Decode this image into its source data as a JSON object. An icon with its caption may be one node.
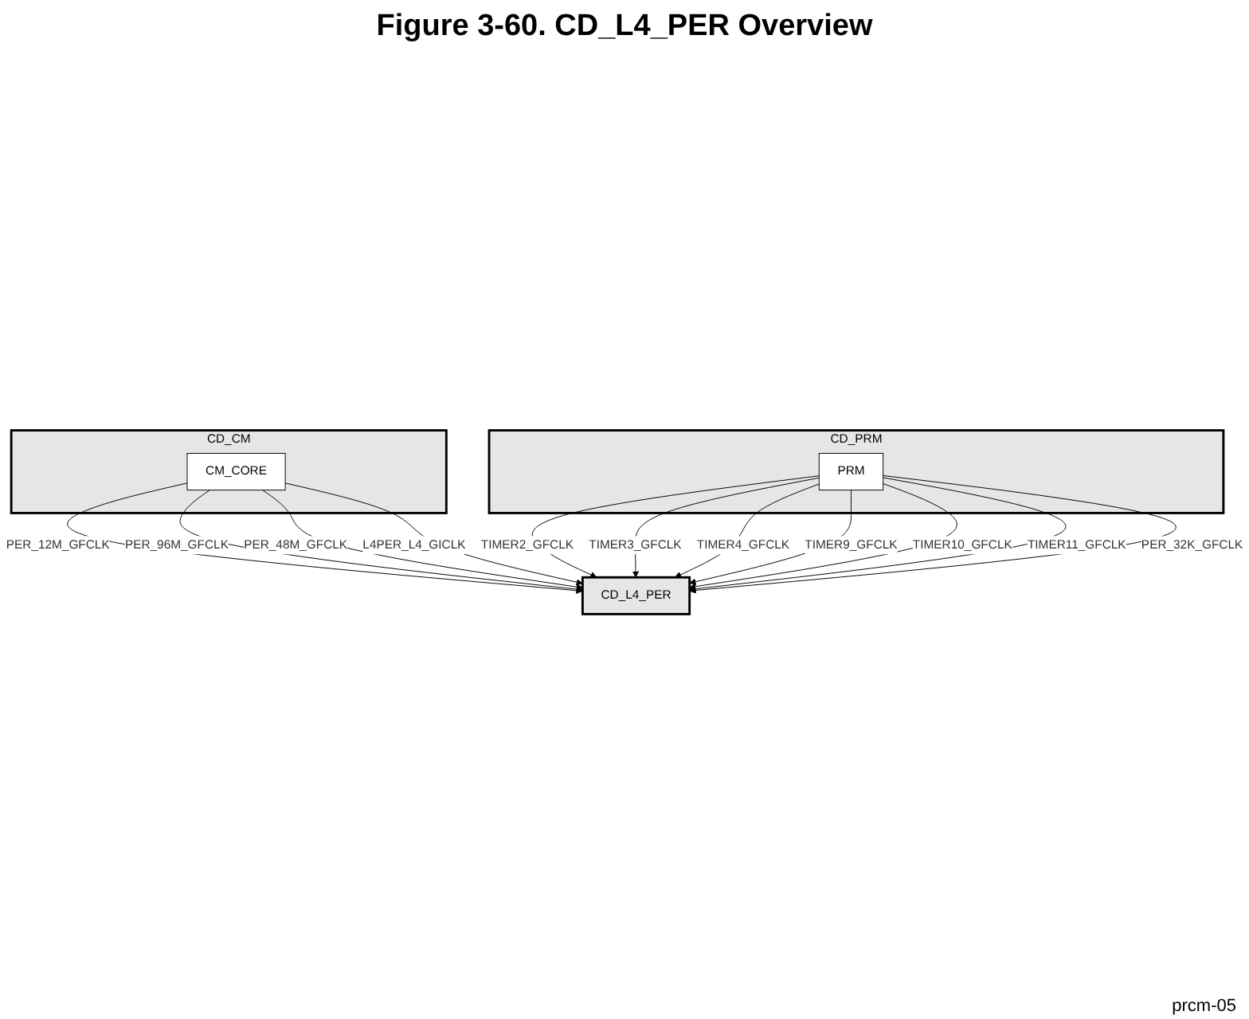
{
  "diagram": {
    "title": "Figure 3-60. CD_L4_PER Overview",
    "nodes": [
      {
        "text": [
          "CD_CM"
        ]
      },
      {
        "text": [
          "CM_CORE"
        ],
        "in": 0
      },
      {
        "text": [
          "CD_PRM"
        ]
      },
      {
        "text": [
          "PRM"
        ],
        "in": 2
      },
      {
        "text": [
          "CD_L4_PER"
        ]
      }
    ],
    "edges": [
      {
        "from": 1,
        "to": 4,
        "arrow": "to",
        "label": "PER_12M_GFCLK"
      },
      {
        "from": 1,
        "to": 4,
        "arrow": "to",
        "label": "PER_96M_GFCLK"
      },
      {
        "from": 1,
        "to": 4,
        "arrow": "to",
        "label": "PER_48M_GFCLK"
      },
      {
        "from": 1,
        "to": 4,
        "arrow": "to",
        "label": "L4PER_L4_GICLK"
      },
      {
        "from": 3,
        "to": 4,
        "arrow": "to",
        "label": "TIMER2_GFCLK"
      },
      {
        "from": 3,
        "to": 4,
        "arrow": "to",
        "label": "TIMER3_GFCLK"
      },
      {
        "from": 3,
        "to": 4,
        "arrow": "to",
        "label": "TIMER4_GFCLK"
      },
      {
        "from": 3,
        "to": 4,
        "arrow": "to",
        "label": "TIMER9_GFCLK"
      },
      {
        "from": 3,
        "to": 4,
        "arrow": "to",
        "label": "TIMER10_GFCLK"
      },
      {
        "from": 3,
        "to": 4,
        "arrow": "to",
        "label": "TIMER11_GFCLK"
      },
      {
        "from": 3,
        "to": 4,
        "arrow": "to",
        "label": "PER_32K_GFCLK"
      }
    ],
    "labels": [
      "prcm-05"
    ]
  }
}
